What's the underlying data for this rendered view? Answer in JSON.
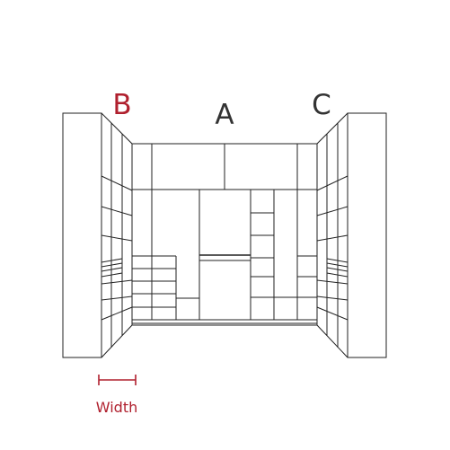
{
  "labels": {
    "section_a": "A",
    "section_b": "B",
    "section_c": "C",
    "width": "Width"
  },
  "colors": {
    "line": "#222222",
    "highlight": "#b0202e",
    "default_label": "#333333",
    "background": "#ffffff"
  },
  "highlighted_section": "B"
}
